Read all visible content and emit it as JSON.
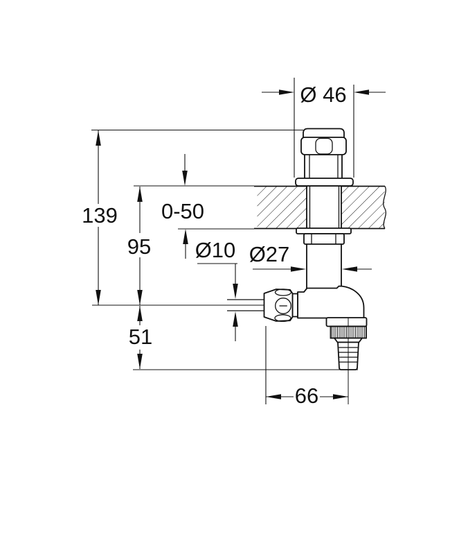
{
  "drawing": {
    "background": "#ffffff",
    "line_color": "#111111",
    "dimensions": {
      "cap_diameter": "Ø 46",
      "total_height": "139",
      "mount_thickness_range": "0-50",
      "upper_height": "95",
      "spindle_diameter": "Ø10",
      "pipe_diameter": "Ø27",
      "lower_height": "51",
      "outlet_offset": "66"
    }
  }
}
